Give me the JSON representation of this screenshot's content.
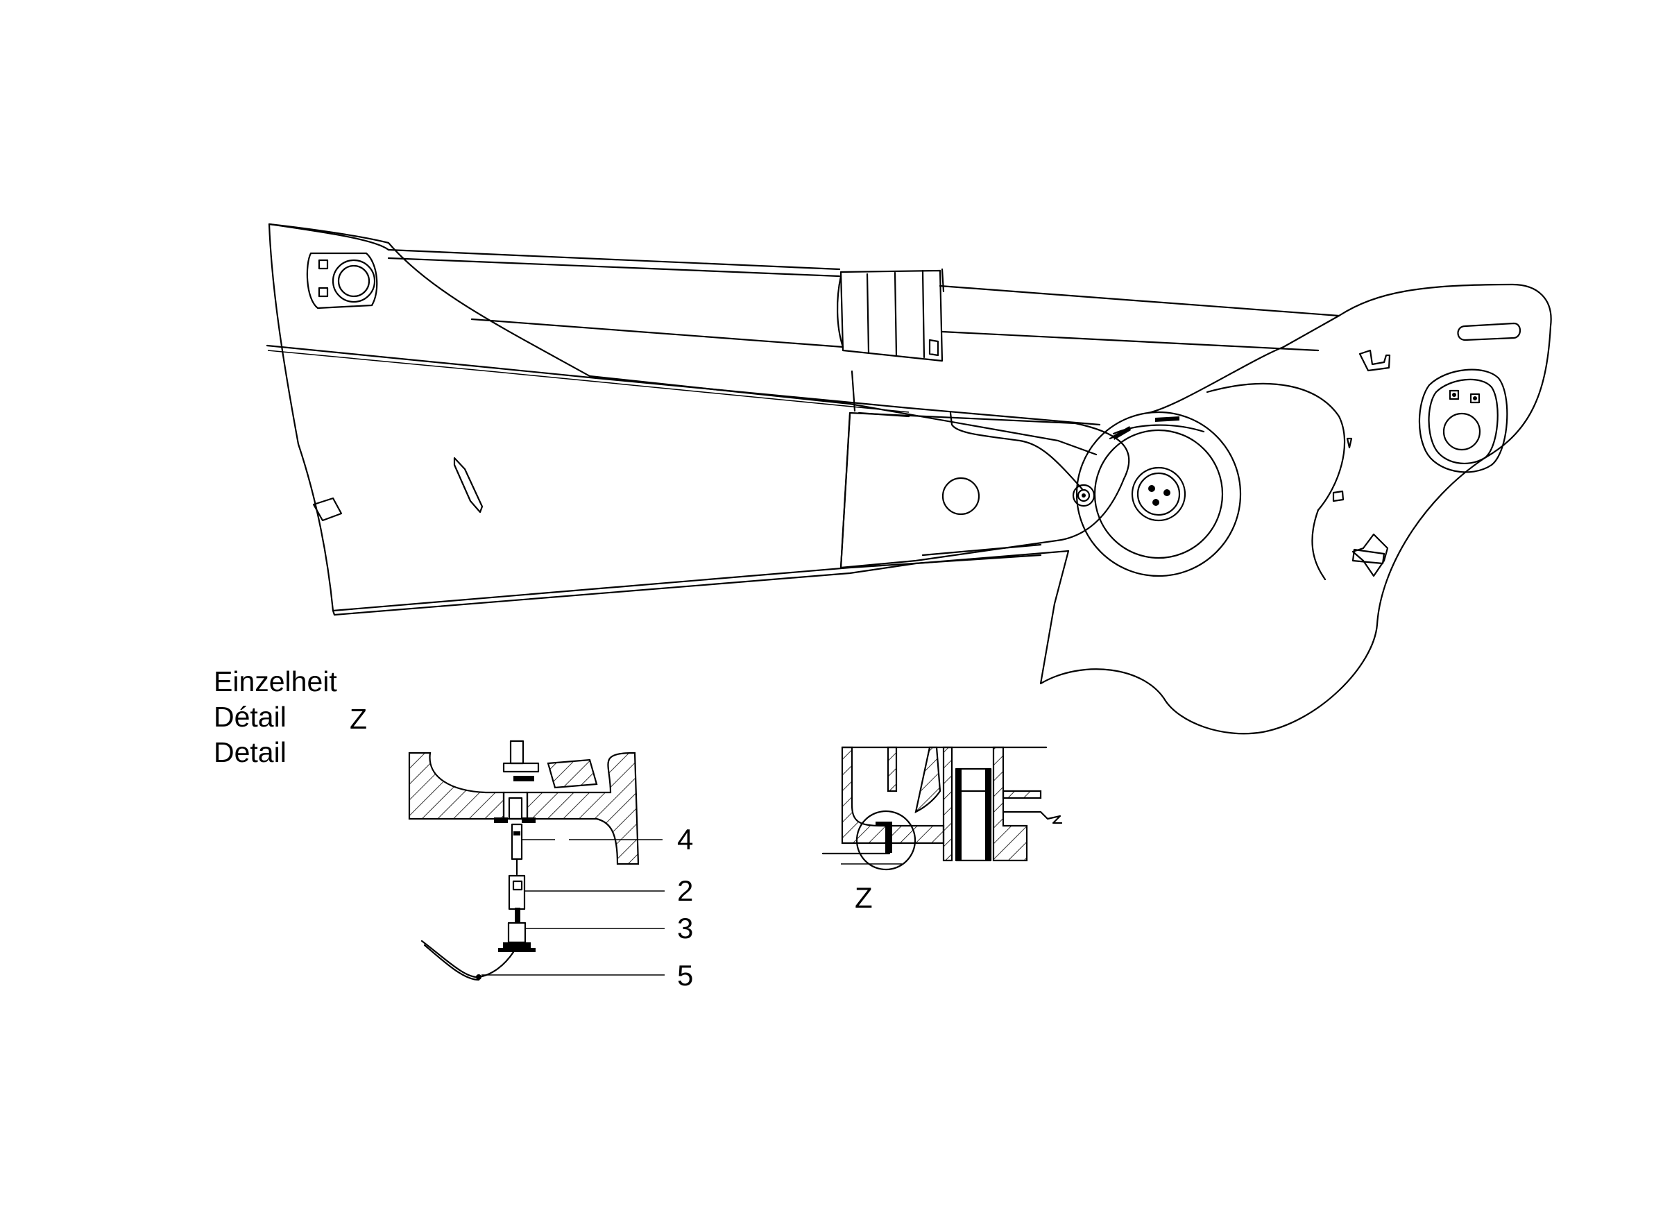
{
  "detail_title": {
    "line1": "Einzelheit",
    "line2": "Détail",
    "line3": "Detail",
    "marker": "Z"
  },
  "callouts": [
    "4",
    "2",
    "3",
    "5"
  ],
  "section_label": "Z"
}
